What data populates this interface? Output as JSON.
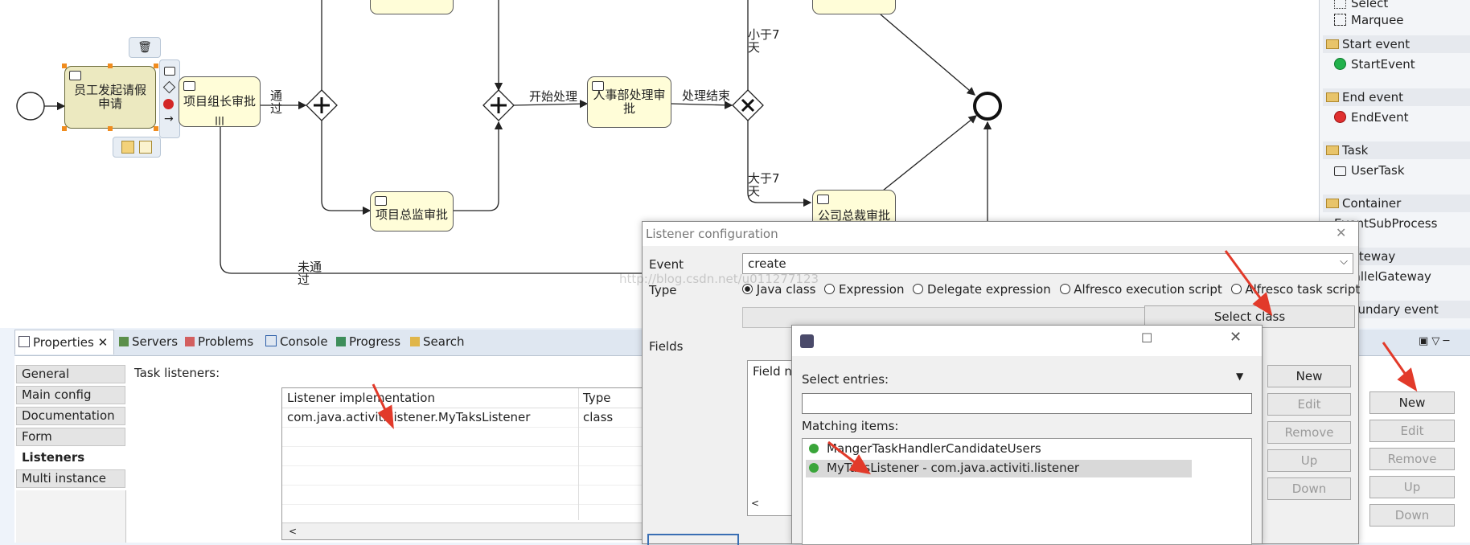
{
  "diagram": {
    "tasks": {
      "t1": "员工发起请假申请",
      "t2": "项目组长审批",
      "t3": "项目总监审批",
      "t4": "人事部处理审批",
      "t5": "公司总裁审批"
    },
    "flow_labels": {
      "pass": "通过",
      "start_handle": "开始处理",
      "handle_end": "处理结束",
      "less_7": "小于7天",
      "more_7": "大于7天",
      "not_pass": "未通过"
    }
  },
  "palette": {
    "items_top": [
      "Select",
      "Marquee"
    ],
    "groups": [
      {
        "title": "Start event",
        "items": [
          "StartEvent"
        ]
      },
      {
        "title": "End event",
        "items": [
          "EndEvent"
        ]
      },
      {
        "title": "Task",
        "items": [
          "UserTask"
        ]
      },
      {
        "title": "Container",
        "items": [
          "EventSubProcess"
        ]
      },
      {
        "title": "Gateway",
        "items": [
          "ParallelGateway"
        ]
      },
      {
        "title": "Boundary event",
        "items": []
      }
    ]
  },
  "views": {
    "tabs": [
      "Properties",
      "Servers",
      "Problems",
      "Console",
      "Progress",
      "Search"
    ]
  },
  "properties": {
    "side_tabs": [
      "General",
      "Main config",
      "Documentation",
      "Form",
      "Listeners",
      "Multi instance"
    ],
    "selected_tab": "Listeners",
    "task_listeners_label": "Task listeners:",
    "columns": [
      "Listener implementation",
      "Type"
    ],
    "rows": [
      {
        "impl": "com.java.activiti.listener.MyTaksListener",
        "type": "class"
      }
    ],
    "buttons": [
      "New",
      "Edit",
      "Remove",
      "Up",
      "Down"
    ]
  },
  "listener_dialog": {
    "title": "Listener configuration",
    "event_label": "Event",
    "event_value": "create",
    "type_label": "Type",
    "types": [
      "Java class",
      "Expression",
      "Delegate expression",
      "Alfresco execution script",
      "Alfresco task script"
    ],
    "selected_type": "Java class",
    "select_class_button": "Select class",
    "fields_label": "Fields",
    "field_column": "Field n",
    "buttons": [
      "New",
      "Edit",
      "Remove",
      "Up",
      "Down"
    ]
  },
  "select_dialog": {
    "select_entries_label": "Select entries:",
    "matching_label": "Matching items:",
    "items": [
      "MangerTaskHandlerCandidateUsers",
      "MyTaksListener - com.java.activiti.listener"
    ],
    "selected_index": 1
  },
  "watermark": "http://blog.csdn.net/u011277123",
  "colors": {
    "task_fill": "#fffdd8",
    "selected_task_fill": "#ece9c0",
    "arrow_red": "#e23a2a",
    "view_tab_bg": "#dfe7f1"
  }
}
